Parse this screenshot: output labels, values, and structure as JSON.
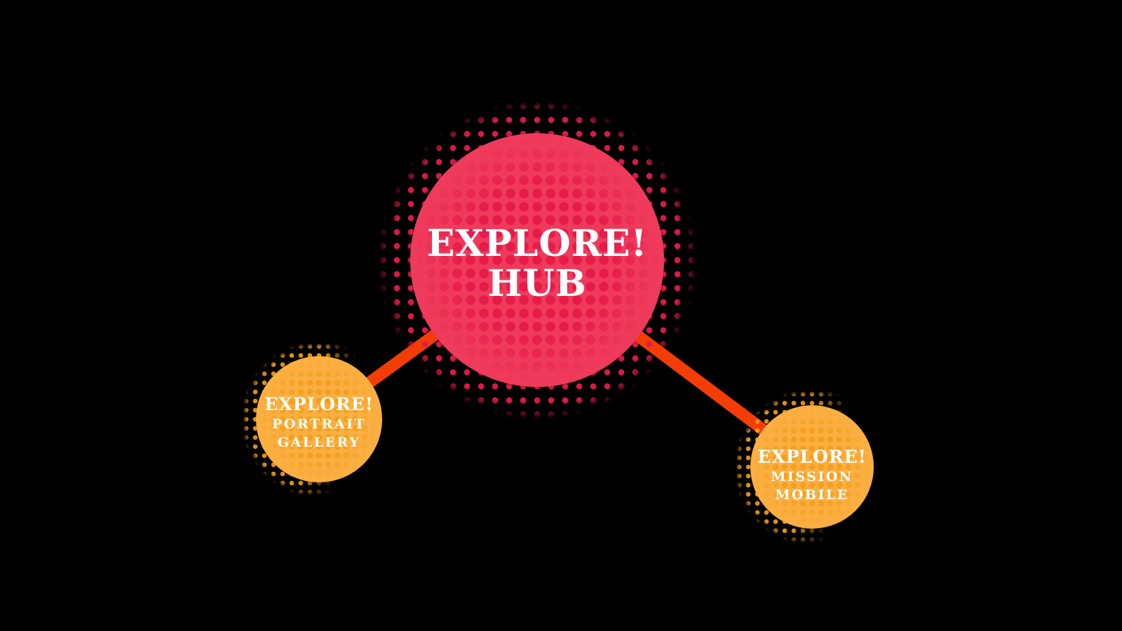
{
  "colors": {
    "background": "#000000",
    "hubBase": "#EF3A5B",
    "hubDot": "#E61B4A",
    "nodeBase": "#FBAF41",
    "nodeDot": "#F4A01E",
    "connector": "#F43D05",
    "text": "#FFFFFF"
  },
  "hub": {
    "title": "EXPLORE!",
    "subtitle": "HUB"
  },
  "nodes": [
    {
      "title": "EXPLORE!",
      "line2": "PORTRAIT",
      "line3": "GALLERY"
    },
    {
      "title": "EXPLORE!",
      "line2": "MISSION",
      "line3": "MOBILE"
    }
  ]
}
